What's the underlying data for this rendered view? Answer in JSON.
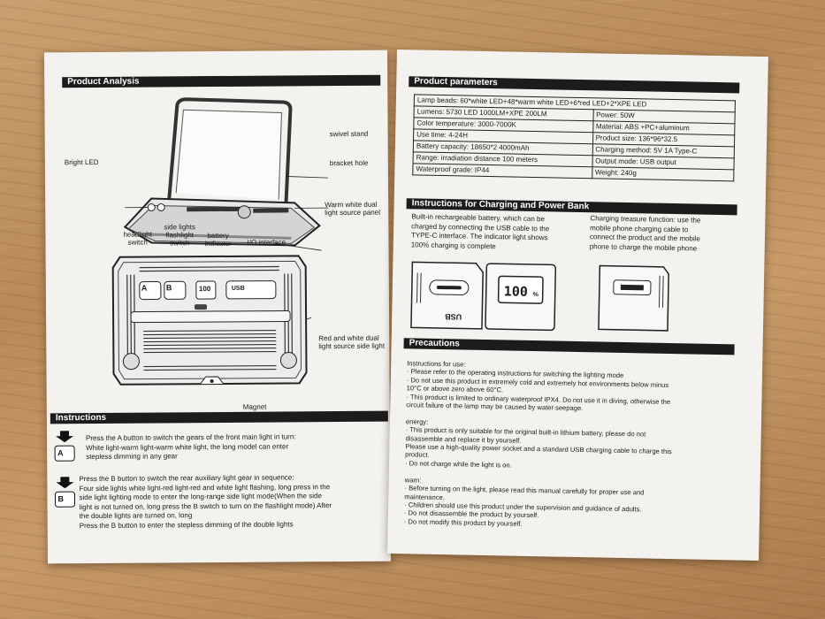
{
  "left_page": {
    "product_analysis": {
      "heading": "Product Analysis",
      "labels": {
        "swivel_stand": "swivel stand",
        "bright_led": "Bright LED",
        "bracket_hole": "bracket hole",
        "warm_white": "Warm white dual\nlight source panel",
        "headlight_switch": "headlight\nswitch",
        "side_lights": "side lights\nflashlight\nswitch",
        "battery_indicator": "battery\nindicator",
        "io_interface": "I/O interface",
        "red_white": "Red and white dual\nlight source side light",
        "magnet": "Magnet"
      },
      "button_a": "A",
      "button_b": "B",
      "battery_display": "100",
      "usb_label": "USB"
    },
    "instructions": {
      "heading": "Instructions",
      "a_icon": "A",
      "a_text": "Press the A button to switch the gears of the front main light in turn:\nWhite light-warm light-warm white light, the long model can enter\nstepless dimming in any gear",
      "b_icon": "B",
      "b_text": "Press the B button to switch the rear auxiliary light gear in sequence:\nFour side lights white light-red light-red and white light flashing, long press in the\nside light lighting mode to enter the long-range side light mode(When the side\nlight is not turned on, long press the B switch to turn on the flashlight mode) After\nthe double lights are turned on, long\nPress the B button to enter the stepless dimming of the double lights"
    }
  },
  "right_page": {
    "params": {
      "heading": "Product parameters",
      "lamp_beads": "Lamp beads: 60*white LED+48*warm white LED+6*red LED+2*XPE LED",
      "rows": [
        [
          "Lumens: 5730 LED 1000LM+XPE 200LM",
          "Power: 50W"
        ],
        [
          "Color temperature: 3000-7000K",
          "Material: ABS +PC+aluminum"
        ],
        [
          "Use time: 4-24H",
          "Product size: 136*96*32.5"
        ],
        [
          "Battery capacity: 18650*2 4000mAh",
          "Charging method: 5V 1A Type-C"
        ],
        [
          "Range: irradiation distance 100 meters",
          "Output mode: USB output"
        ],
        [
          "Waterproof grade: IP44",
          "Weight: 240g"
        ]
      ]
    },
    "charging": {
      "heading": "Instructions for Charging and Power Bank",
      "left_text": "Built-in rechargeable battery, which can be\ncharged by connecting the USB cable to the\nTYPE-C interface. The indicator light shows\n100% charging is complete",
      "right_text": "Charging treasure function: use the\nmobile phone charging cable to\nconnect the product and the mobile\nphone to charge the mobile phone",
      "display": "100",
      "display_unit": "%",
      "usb_label": "USB"
    },
    "precautions": {
      "heading": "Precautions",
      "body": "Instructions for use:\n· Please refer to the operating instructions for switching the lighting mode\n· Do not use this product in extremely cold and extremely hot environments below minus\n10°C or above zero above 60°C.\n· This product is limited to ordinary waterproof IPX4. Do not use it in diving, otherwise the\ncircuit failure of the lamp may be caused by water seepage.\n\nenergy:\n· This product is only suitable for the original built-in lithium battery, please do not\ndisassemble and replace it by yourself.\nPlease use a high-quality power socket and a standard USB charging cable to charge this\nproduct.\n· Do not charge while the light is on.\n\nwarn:\n· Before turning on the light, please read this manual carefully for proper use and\nmaintenance.\n· Children should use this product under the supervision and guidance of adults.\n· Do not disassemble the product by yourself.\n· Do not modify this product by yourself."
    }
  }
}
